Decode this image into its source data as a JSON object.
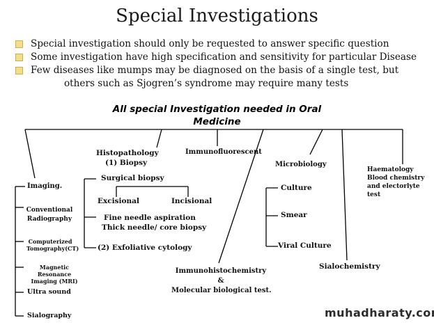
{
  "slide": {
    "title": "Special Investigations",
    "bullets": [
      {
        "text": "Special investigation should only be requested to answer specific question"
      },
      {
        "text": "Some investigation have high specification and sensitivity for particular Disease"
      },
      {
        "text": "Few diseases like mumps may be diagnosed on the basis of a single test, but",
        "cont": "others such as Sjogren’s syndrome may require many tests"
      }
    ],
    "bullet_color": "#f3df8a"
  },
  "diagram": {
    "heading_line1": "All special Investigation needed in Oral",
    "heading_line2": "Medicine",
    "imaging": {
      "label": "Imaging.",
      "items": [
        "Conventional Radiography",
        "Computerized Tomography(CT)",
        "Magnetic Resonance Imaging (MRI)",
        "Ultra sound",
        "Sialography"
      ]
    },
    "histopathology": {
      "label1": "Histopathology",
      "label2": "(1) Biopsy",
      "surgical": "Surgical biopsy",
      "excisional": "Excisional",
      "incisional": "Incisional",
      "fna": "Fine needle aspiration",
      "thick": "Thick needle/ core biopsy",
      "exfoliative": "(2) Exfoliative cytology"
    },
    "immunofluorescent": "Immunofluorescent",
    "immuno_histo": {
      "line1": "Immunohistochemistry",
      "line2": "&",
      "line3": "Molecular biological test."
    },
    "microbiology": {
      "label": "Microbiology",
      "items": [
        "Culture",
        "Smear",
        "Viral Culture"
      ]
    },
    "sialochemistry": "Sialochemistry",
    "haematology": {
      "lines": [
        "Haematology",
        "Blood chemistry",
        "and electorlyte",
        "test"
      ]
    }
  },
  "watermark": "muhadharaty.com"
}
